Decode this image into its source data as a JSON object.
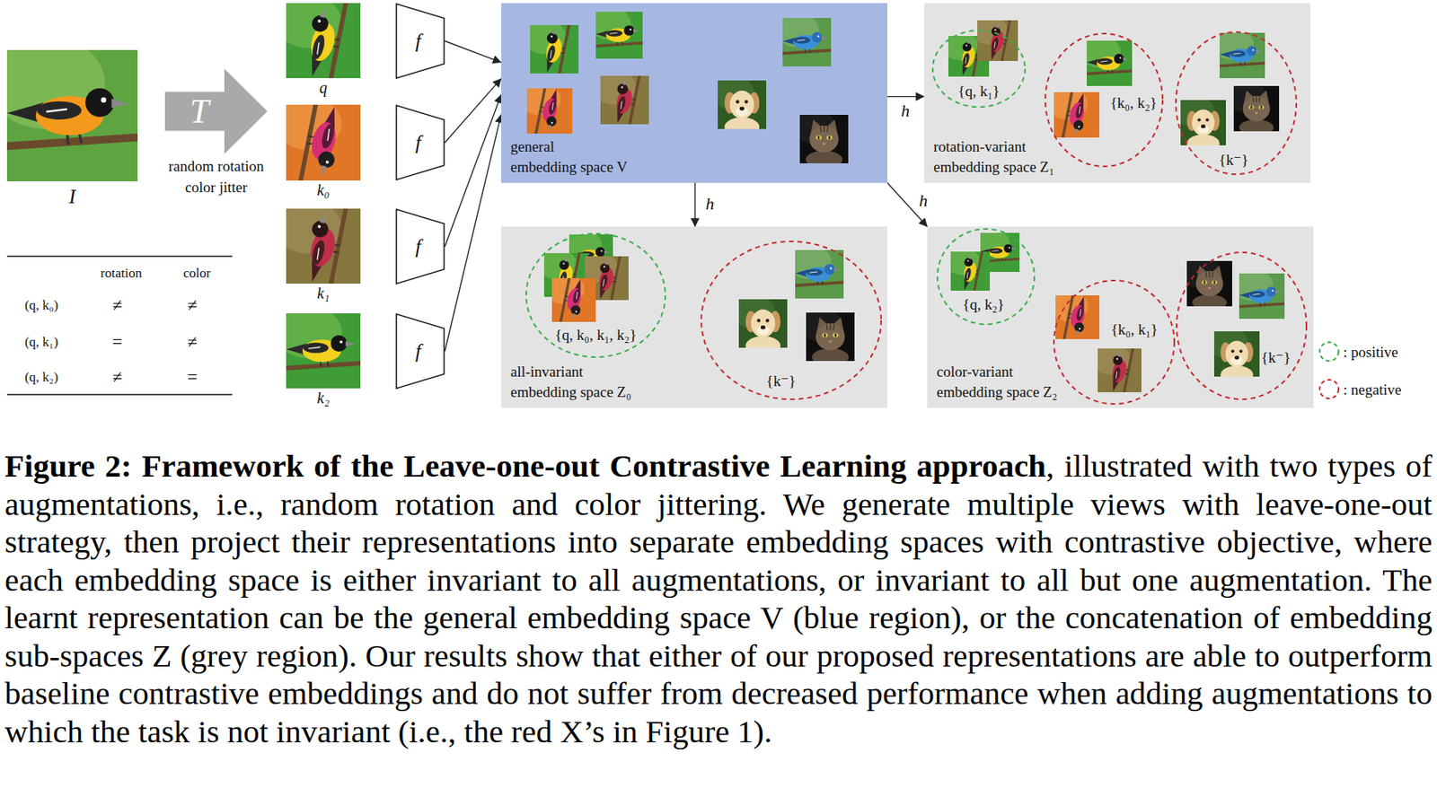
{
  "diagram": {
    "caption": "Figure 2: Framework of the Leave-one-out Contrastive Learning approach, illustrated with two types of augmentations, i.e., random rotation and color jittering. We generate multiple views with leave-one-out strategy, then project their representations into separate embedding spaces with contrastive objective, where each embedding space is either invariant to all augmentations, or invariant to all but one augmentation. The learnt representation can be the general embedding space V (blue region), or the concatenation of embedding sub-spaces Z (grey region). Our results show that either of our proposed representations are able to outperform baseline contrastive embeddings and do not suffer from decreased performance when adding augmentations to which the task is not invariant (i.e., the red X’s in Figure 1).",
    "nodes": [
      {
        "text": [
          "I"
        ]
      },
      {
        "text": [
          "T",
          "random rotation color jitter"
        ]
      },
      {
        "text": [
          "q"
        ]
      },
      {
        "text": [
          "k₀"
        ]
      },
      {
        "text": [
          "k₁"
        ]
      },
      {
        "text": [
          "k₂"
        ]
      },
      {
        "text": [
          "f"
        ]
      },
      {
        "text": [
          "f"
        ]
      },
      {
        "text": [
          "f"
        ]
      },
      {
        "text": [
          "f"
        ]
      },
      {
        "text": [
          "general embedding space V"
        ]
      },
      {
        "text": [
          "rotation-variant embedding space Z₁"
        ]
      },
      {
        "text": [
          "{q, k₁}"
        ],
        "in": 11
      },
      {
        "text": [
          "{k₀, k₂}"
        ],
        "in": 11
      },
      {
        "text": [
          "{k⁻}"
        ],
        "in": 11
      },
      {
        "text": [
          "all-invariant embedding space Z₀"
        ]
      },
      {
        "text": [
          "{q, k₀, k₁, k₂}"
        ],
        "in": 15
      },
      {
        "text": [
          "{k⁻}"
        ],
        "in": 15
      },
      {
        "text": [
          "color-variant embedding space Z₂"
        ]
      },
      {
        "text": [
          "{q, k₂}"
        ],
        "in": 18
      },
      {
        "text": [
          "{k₀, k₁}"
        ],
        "in": 18
      },
      {
        "text": [
          "{k⁻}"
        ],
        "in": 18
      }
    ],
    "edges": [
      {
        "from": 6,
        "to": 10,
        "arrow": "to"
      },
      {
        "from": 7,
        "to": 10,
        "arrow": "to"
      },
      {
        "from": 8,
        "to": 10,
        "arrow": "to"
      },
      {
        "from": 9,
        "to": 10,
        "arrow": "to"
      },
      {
        "from": 10,
        "to": 11,
        "label": "h",
        "arrow": "to"
      },
      {
        "from": 10,
        "to": 15,
        "label": "h",
        "arrow": "to"
      },
      {
        "from": 10,
        "to": 18,
        "label": "h",
        "arrow": "to"
      }
    ],
    "labels": [
      "rotation",
      "color",
      "(q, k₀)",
      "≠",
      "≠",
      "(q, k₁)",
      "=",
      "≠",
      "(q, k₂)",
      "≠",
      "="
    ],
    "legend": [
      {
        "text": ": positive"
      },
      {
        "text": ": negative"
      }
    ]
  }
}
